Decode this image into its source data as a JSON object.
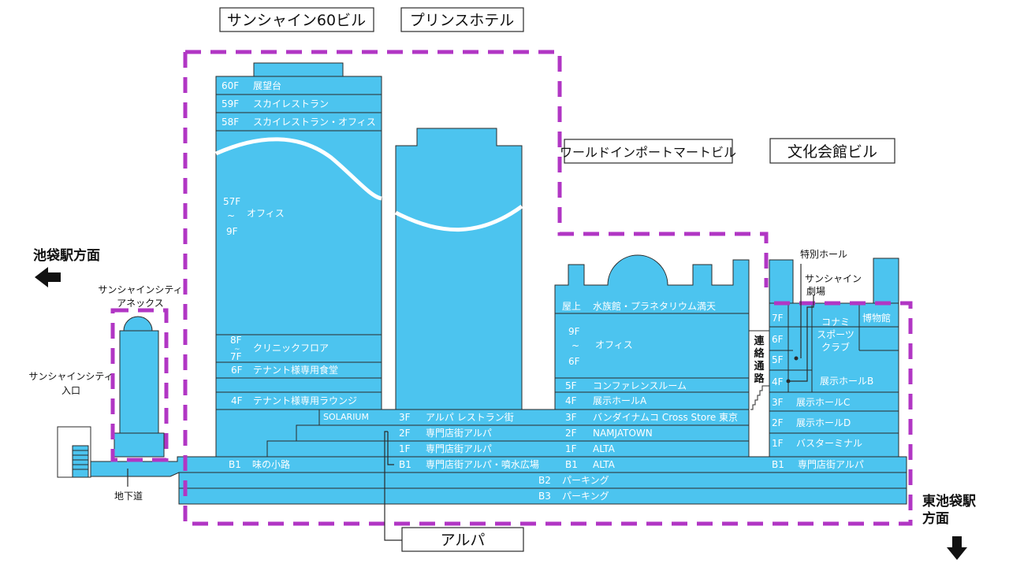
{
  "labels": {
    "sunshine60": "サンシャイン60ビル",
    "prince_hotel": "プリンスホテル",
    "world_import": "ワールドインポートマートビル",
    "bunka_kaikan": "文化会館ビル",
    "alpa": "アルパ",
    "ikebukuro": "池袋駅方面",
    "higashi_line1": "東池袋駅",
    "higashi_line2": "方面",
    "annex_line1": "サンシャインシティ",
    "annex_line2": "アネックス",
    "entrance_line1": "サンシャインシティ",
    "entrance_line2": "入口",
    "underpass": "地下道",
    "tokubetsu_hall": "特別ホール",
    "theater_line1": "サンシャイン",
    "theater_line2": "劇場",
    "renraku": [
      "連",
      "絡",
      "通",
      "路"
    ]
  },
  "s60": {
    "f60": "60F",
    "f60_name": "展望台",
    "f59": "59F",
    "f59_name": "スカイレストラン",
    "f58": "58F",
    "f58_name": "スカイレストラン・オフィス",
    "f57": "57F",
    "tilde": "~",
    "f9": "9F",
    "office": "オフィス",
    "f8": "8F",
    "f7": "7F",
    "clinic": "クリニックフロア",
    "f6": "6F",
    "f6_name": "テナント様専用食堂",
    "f4": "4F",
    "f4_name": "テナント様専用ラウンジ",
    "b1": "B1",
    "b1_name": "味の小路"
  },
  "solarium": "SOLARIUM",
  "alpa_floors": {
    "f3": "3F",
    "f3_name": "アルパ レストラン街",
    "f2": "2F",
    "f2_name": "専門店街アルパ",
    "f1": "1F",
    "f1_name": "専門店街アルパ",
    "b1": "B1",
    "b1_name": "専門店街アルパ・噴水広場"
  },
  "wim": {
    "roof": "屋上",
    "roof_name": "水族館・プラネタリウム満天",
    "f9": "9F",
    "tilde": "~",
    "f6": "6F",
    "office": "オフィス",
    "f5": "5F",
    "f5_name": "コンファレンスルーム",
    "f4": "4F",
    "f4_name": "展示ホールA",
    "f3": "3F",
    "f3_name": "バンダイナムコ Cross Store 東京",
    "f2": "2F",
    "f2_name": "NAMJATOWN",
    "f1": "1F",
    "f1_name": "ALTA",
    "b1": "B1",
    "b1_name": "ALTA"
  },
  "bunka": {
    "f7": "7F",
    "f6": "6F",
    "f5": "5F",
    "f4": "4F",
    "konami_1": "コナミ",
    "konami_2": "スポーツ",
    "konami_3": "クラブ",
    "museum": "博物館",
    "hall_b": "展示ホールB",
    "f3": "3F",
    "f3_name": "展示ホールC",
    "f2": "2F",
    "f2_name": "展示ホールD",
    "f1": "1F",
    "f1_name": "バスターミナル",
    "b1": "B1",
    "b1_name": "専門店街アルパ"
  },
  "parking": {
    "b2": "B2",
    "b2_name": "パーキング",
    "b3": "B3",
    "b3_name": "パーキング"
  },
  "colors": {
    "building": "#4cc4ef",
    "outline": "#2a2a2a",
    "dashed": "#b136c4",
    "text": "#ffffff",
    "label": "#111111"
  }
}
